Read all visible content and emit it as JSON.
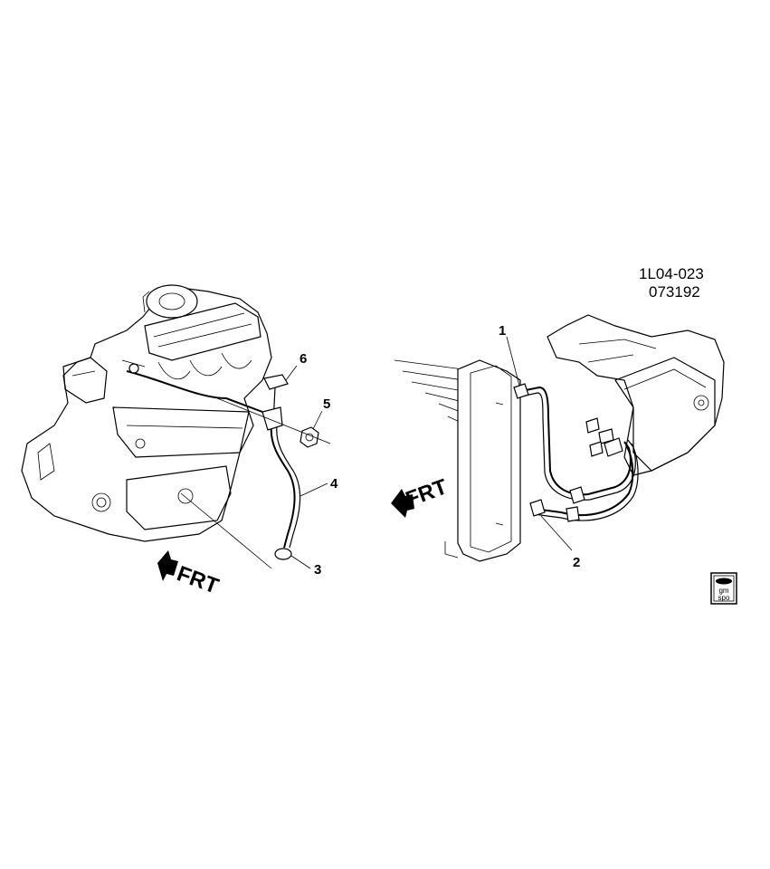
{
  "drawing": {
    "code_line1": "1L04-023",
    "code_line2": "073192"
  },
  "left_view": {
    "front_label": "FRT",
    "callouts": [
      "6",
      "5",
      "4",
      "3"
    ]
  },
  "right_view": {
    "front_label": "FRT",
    "callouts": [
      "1",
      "2"
    ]
  },
  "logo": {
    "line1": "gm",
    "line2": "spo"
  }
}
